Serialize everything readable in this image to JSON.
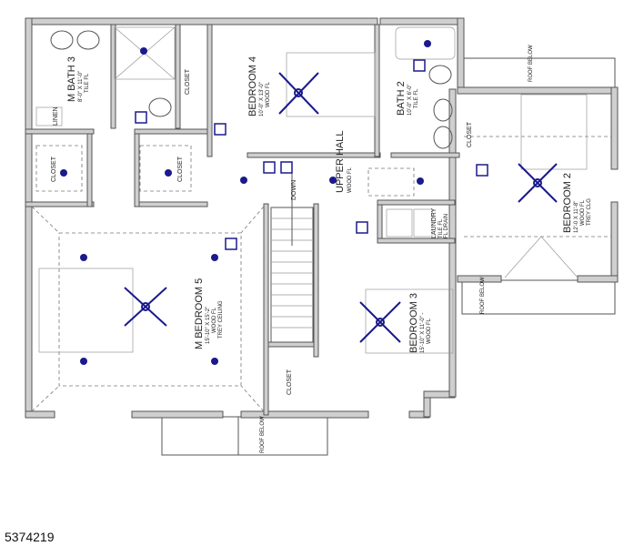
{
  "rooms": {
    "m_bath_3": {
      "name": "M BATH 3",
      "size": "8'-0\" X 11'-0\"",
      "floor": "TILE FL"
    },
    "linen": "LINEN",
    "bath_closet": "CLOSET",
    "bedroom_4": {
      "name": "BEDROOM 4",
      "size": "10'-0\" X 13'-0\"",
      "floor": "WOOD FL"
    },
    "closet_left": "CLOSET",
    "closet_right": "CLOSET",
    "stair": "DOWN",
    "upper_hall": {
      "name": "UPPER HALL",
      "floor": "WOOD FL"
    },
    "bath_2": {
      "name": "BATH 2",
      "size": "10'-0\" X 6'-0\"",
      "floor": "TILE FL"
    },
    "bedroom_2_closet": "CLOSET",
    "laundry": {
      "name": "LAUNDRY",
      "floor": "TILE FL",
      "drain": "FL DRAIN"
    },
    "bedroom_2": {
      "name": "BEDROOM 2",
      "size": "12'-0 X 11'-8\"",
      "floor": "WOOD FL",
      "ceiling": "TREY CLG"
    },
    "m_bedroom_5": {
      "name": "M BEDROOM 5",
      "size": "15'-10\" X 15'-2\"",
      "floor": "WOOD FL",
      "ceiling": "TREY CEILING"
    },
    "bedroom_3": {
      "name": "BEDROOM 3",
      "size": "15'-10\" X 11'-0\" -",
      "floor": "WOOD FL"
    },
    "bedroom_3_closet": "CLOSET"
  },
  "roof_below": [
    "ROOF BELOW",
    "ROOF BELOW",
    "ROOF BELOW"
  ],
  "listing_id": "5374219",
  "colors": {
    "fixture": "#1a1a8c",
    "wall": "#cfcfcf"
  }
}
